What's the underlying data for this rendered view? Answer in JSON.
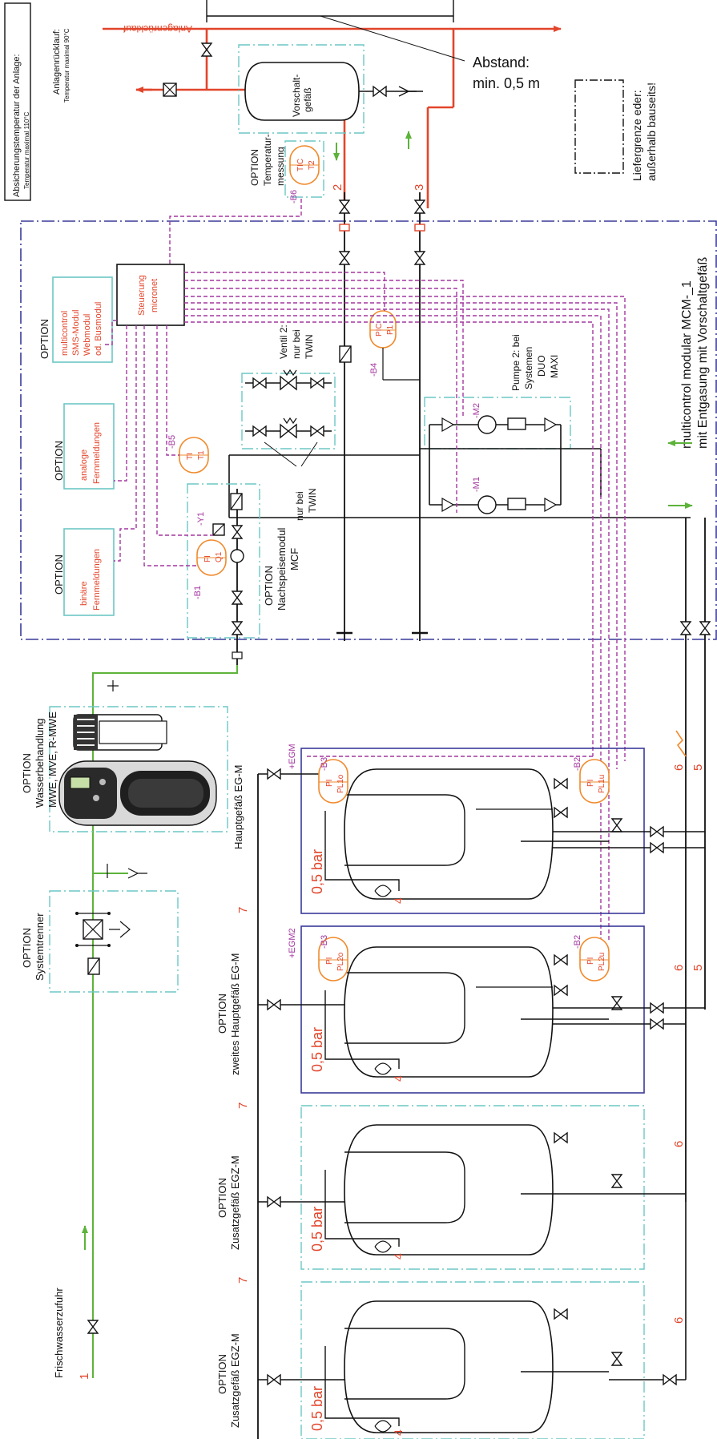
{
  "labels": {
    "absicherung_title": "Absicherungstemperatur der Anlage:",
    "absicherung_sub": "Temperatur maximal 110°C",
    "anlagenruecklauf_title": "Anlagenrücklauf:",
    "anlagenruecklauf_sub": "Temperatur maximal 90°C",
    "anlagenruecklauf_arrow": "Anlagenrücklauf",
    "abstand_1": "Abstand:",
    "abstand_2": "min. 0,5 m",
    "liefergrenze_1": "Liefergrenze eder:",
    "liefergrenze_2": "außerhalb bauseits!",
    "mcm_1": "multicontrol modular MCM-_1",
    "mcm_2": "mit Entgasung mit Vorschaltgefäß",
    "vorschaltgefaess_1": "Vorschalt-",
    "vorschaltgefaess_2": "gefäß",
    "temp_opt_1": "OPTION",
    "temp_opt_2": "Temperatur-",
    "temp_opt_3": "messung",
    "tic_1": "TIC",
    "tic_2": "T2",
    "b6": "-B6",
    "line_2": "2",
    "line_3": "3",
    "steuerung_1": "Steuerung",
    "steuerung_2": "micronet",
    "mc_opt": "OPTION",
    "mc_1": "multicontrol",
    "mc_2": "SMS-Modul",
    "mc_3": "Webmodul",
    "mc_4": "od. Busmodul",
    "analog_opt": "OPTION",
    "analog_1": "analoge",
    "analog_2": "Fernmeldungen",
    "binaer_opt": "OPTION",
    "binaer_1": "binäre",
    "binaer_2": "Fernmeldungen",
    "ventil_1": "Ventil 2:",
    "ventil_2": "nur bei",
    "ventil_3": "TWIN",
    "twin_1": "nur bei",
    "twin_2": "TWIN",
    "pic_1": "PIC",
    "pic_2": "P1",
    "b4": "-B4",
    "pumpe_1": "Pumpe 2: bei",
    "pumpe_2": "Systemen",
    "pumpe_3": "DUO",
    "pumpe_4": "MAXI",
    "m1": "-M1",
    "m2": "-M2",
    "b5": "-B5",
    "ti_1": "TI",
    "ti_2": "T1",
    "y1": "-Y1",
    "b1": "-B1",
    "fi_1": "FI",
    "fi_2": "Q1",
    "nachspeise_opt": "OPTION",
    "nachspeise_1": "Nachspeisemodul",
    "nachspeise_2": "MCF",
    "wasser_opt": "OPTION",
    "wasser_1": "Wasserbehandlung",
    "wasser_2": "MWE, MVE, R-MWE",
    "system_opt": "OPTION",
    "system_1": "Systemtrenner",
    "frisch": "Frischwasserzufuhr",
    "line_1": "1",
    "hg_1": "Hauptgefäß EG-M",
    "hg_2_opt": "OPTION",
    "hg_2": "zweites Hauptgefäß EG-M",
    "zg_opt": "OPTION",
    "zg": "Zusatzgefäß EGZ-M",
    "egm": "+EGM",
    "egm2": "+EGM2",
    "b3": "-B3",
    "b2": "-B2",
    "pi_1": "PI",
    "pl1o": "PL1o",
    "pl1u": "PL1u",
    "pl2o": "PL2o",
    "pl2u": "PL2u",
    "bar": "0,5 bar",
    "line_4": "4",
    "line_5": "5",
    "line_6": "6",
    "line_7": "7"
  },
  "colors": {
    "hot_pipe": "#e2452b",
    "fresh_water": "#5db33a",
    "signal": "#a3379f",
    "instrument": "#f08a2c",
    "option_box": "#6cc7c5",
    "module_box": "#3a3a9a"
  }
}
